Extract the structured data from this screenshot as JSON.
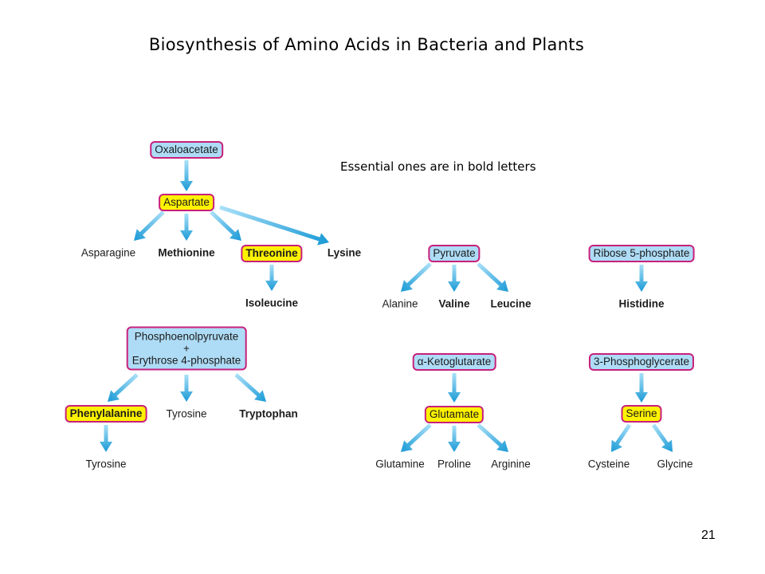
{
  "title": "Biosynthesis of Amino Acids in Bacteria and Plants",
  "note": "Essential ones are in bold letters",
  "page_number": "21",
  "colors": {
    "box_blue": "#aedcf6",
    "box_yellow": "#fff200",
    "box_border": "#c8207c",
    "arrow_light": "#9bdaf6",
    "arrow_dark": "#1a9ad6"
  },
  "boxes": {
    "oxaloacetate": "Oxaloacetate",
    "aspartate": "Aspartate",
    "threonine": "Threonine",
    "pyruvate": "Pyruvate",
    "ribose": "Ribose 5-phosphate",
    "pep_line1": "Phosphoenolpyruvate",
    "pep_plus": "+",
    "pep_line2": "Erythrose 4-phosphate",
    "phenylalanine": "Phenylalanine",
    "ketoglutarate": "α-Ketoglutarate",
    "glutamate": "Glutamate",
    "phosphoglycerate": "3-Phosphoglycerate",
    "serine": "Serine"
  },
  "labels": {
    "asparagine": "Asparagine",
    "methionine": "Methionine",
    "lysine": "Lysine",
    "isoleucine": "Isoleucine",
    "alanine": "Alanine",
    "valine": "Valine",
    "leucine": "Leucine",
    "histidine": "Histidine",
    "tyrosine1": "Tyrosine",
    "tryptophan": "Tryptophan",
    "tyrosine2": "Tyrosine",
    "glutamine": "Glutamine",
    "proline": "Proline",
    "arginine": "Arginine",
    "cysteine": "Cysteine",
    "glycine": "Glycine"
  }
}
